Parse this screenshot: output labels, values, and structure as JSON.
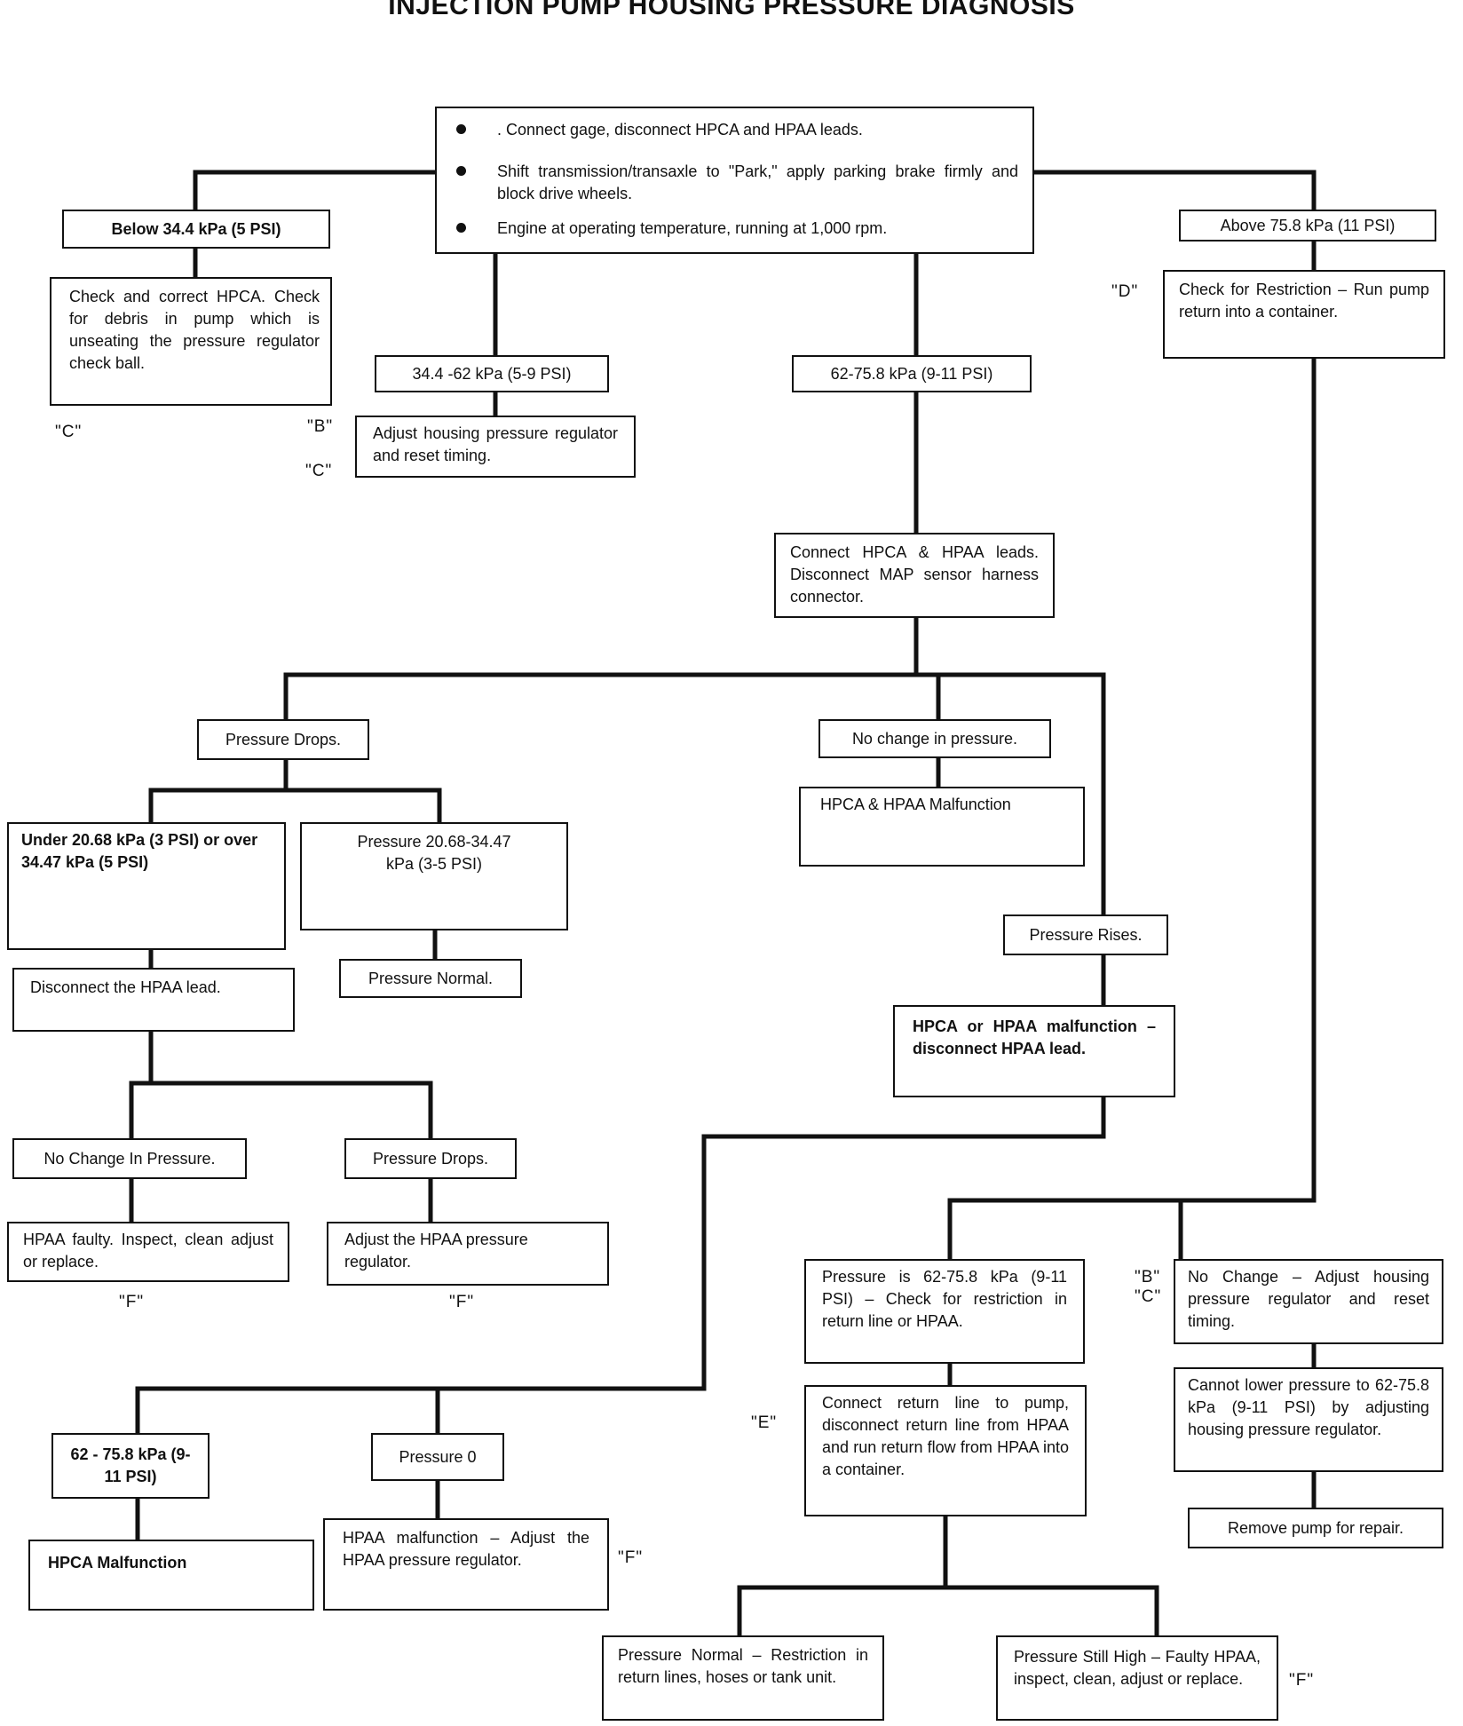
{
  "title": "INJECTION PUMP HOUSING PRESSURE DIAGNOSIS",
  "start_box": {
    "items": [
      ". Connect gage, disconnect HPCA and HPAA leads.",
      "Shift transmission/transaxle to \"Park,\" apply parking brake firmly and block drive wheels.",
      "Engine at operating temperature, running at 1,000 rpm."
    ]
  },
  "nodes": {
    "below": "Below 34.4 kPa (5 PSI)",
    "check_hpca": "Check and correct HPCA. Check for debris in pump which is unseating the pressure regulator check ball.",
    "range_34_62": "34.4 -62 kPa (5-9 PSI)",
    "adjust_housing": "Adjust housing pressure regulator and reset timing.",
    "range_62_75": "62-75.8 kPa (9-11 PSI)",
    "connect_leads": "Connect HPCA & HPAA leads. Disconnect MAP sensor harness connector.",
    "above": "Above 75.8 kPa (11 PSI)",
    "check_restriction": "Check for Restriction – Run pump return into a container.",
    "pressure_drops": "Pressure Drops.",
    "no_change": "No change in pressure.",
    "hpca_hpaa_malfunction": "HPCA & HPAA Malfunction",
    "under_over": "Under 20.68 kPa (3 PSI) or over 34.47 kPa (5 PSI)",
    "pressure_range_normal": "Pressure 20.68-34.47 kPa (3-5 PSI)",
    "pressure_normal": "Pressure Normal.",
    "pressure_rises": "Pressure Rises.",
    "hpca_or_hpaa": "HPCA or HPAA malfunction – disconnect HPAA lead.",
    "disconnect_hpaa": "Disconnect the HPAA lead.",
    "no_change_in": "No Change In Pressure.",
    "pressure_drops_2": "Pressure Drops.",
    "hpaa_faulty": "HPAA faulty. Inspect, clean adjust or replace.",
    "adjust_hpaa": "Adjust the HPAA pressure regulator.",
    "pressure_is": "Pressure is 62-75.8 kPa (9-11 PSI) – Check for restriction in return line or HPAA.",
    "no_change_adjust": "No Change – Adjust housing pressure regulator and reset timing.",
    "connect_return": "Connect return line to pump, disconnect return line from HPAA and run return flow from HPAA into a container.",
    "cannot_lower": "Cannot lower pressure to 62-75.8 kPa (9-11 PSI) by adjusting housing pressure regulator.",
    "remove_pump": "Remove pump for repair.",
    "range_62_75_b": "62 - 75.8 kPa (9-11 PSI)",
    "pressure_0": "Pressure 0",
    "hpca_malfunction": "HPCA Malfunction",
    "hpaa_malfunction": "HPAA malfunction – Adjust the HPAA pressure regulator.",
    "restriction": "Pressure Normal – Restriction in return lines, hoses or tank unit.",
    "still_high": "Pressure Still High – Faulty HPAA, inspect, clean, adjust or replace."
  },
  "tags": {
    "c1": "\"C\"",
    "b1": "\"B\"",
    "c2": "\"C\"",
    "d": "\"D\"",
    "f1": "\"F\"",
    "f2": "\"F\"",
    "b2": "\"B\"",
    "c3": "\"C\"",
    "e": "\"E\"",
    "f3": "\"F\"",
    "f4": "\"F\""
  }
}
